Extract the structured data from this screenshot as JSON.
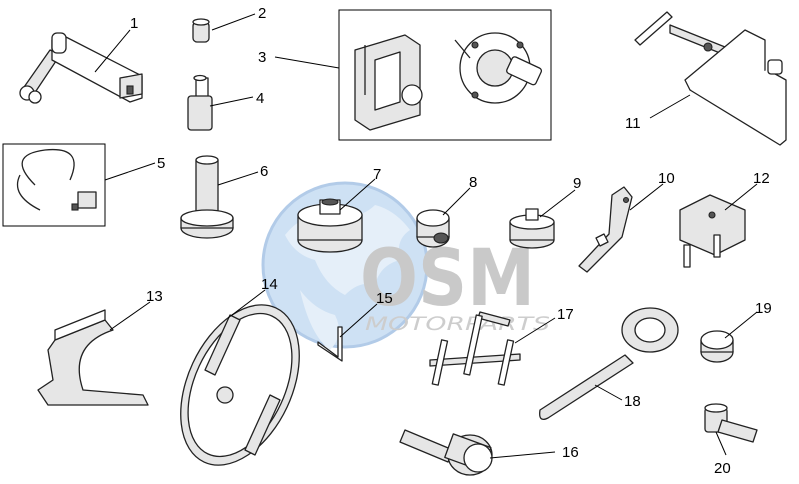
{
  "watermark": {
    "brand": "OSM",
    "tagline": "MOTORPARTS",
    "colors": {
      "globe": "#b9d3ee",
      "letters": "#c4c4c4",
      "tagline": "#c8c8c8"
    }
  },
  "parts": [
    {
      "number": "1"
    },
    {
      "number": "2"
    },
    {
      "number": "3"
    },
    {
      "number": "4"
    },
    {
      "number": "5"
    },
    {
      "number": "6"
    },
    {
      "number": "7"
    },
    {
      "number": "8"
    },
    {
      "number": "9"
    },
    {
      "number": "10"
    },
    {
      "number": "11"
    },
    {
      "number": "12"
    },
    {
      "number": "13"
    },
    {
      "number": "14"
    },
    {
      "number": "15"
    },
    {
      "number": "16"
    },
    {
      "number": "17"
    },
    {
      "number": "18"
    },
    {
      "number": "19"
    },
    {
      "number": "20"
    }
  ]
}
